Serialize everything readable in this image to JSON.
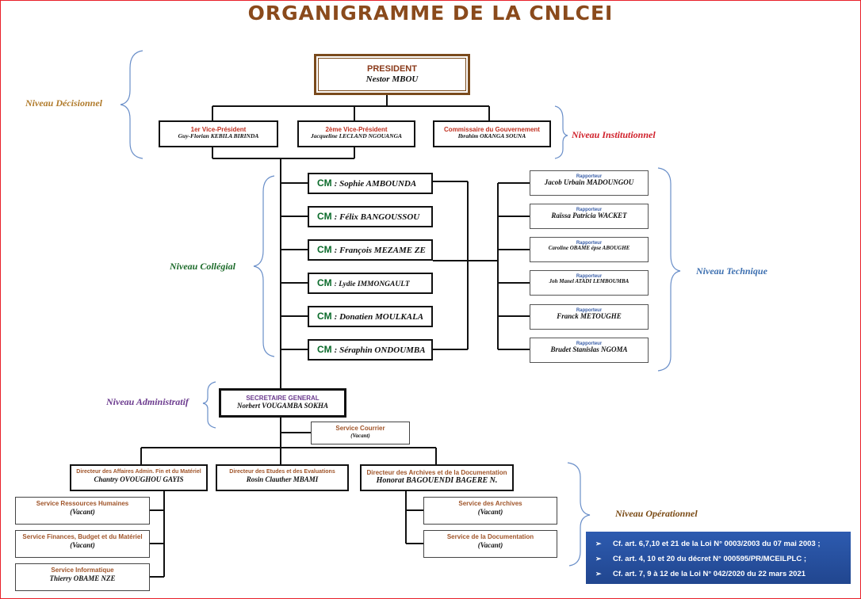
{
  "title": "ORGANIGRAMME DE LA CNLCEI",
  "president": {
    "title": "PRESIDENT",
    "name": "Nestor MBOU"
  },
  "vice": [
    {
      "title": "1er Vice-Président",
      "name": "Guy-Florian KEBILA BIRINDA"
    },
    {
      "title": "2ème Vice-Président",
      "name": "Jacqueline LECLAND NGOUANGA"
    },
    {
      "title": "Commissaire du Gouvernement",
      "name": "Ibrahim OKANGA SOUNA"
    }
  ],
  "cm_label": "CM",
  "cm_sep": ":",
  "members": [
    "Sophie AMBOUNDA",
    "Félix BANGOUSSOU",
    "François MEZAME ZE",
    "Lydie IMMONGAULT",
    "Donatien MOULKALA",
    "Séraphin ONDOUMBA"
  ],
  "rapporteurs": [
    {
      "title": "Rapporteur",
      "name": "Jacob Urbain MADOUNGOU"
    },
    {
      "title": "Rapporteur",
      "name": "Raïssa Patricia WACKET"
    },
    {
      "title": "Rapporteur",
      "name": "Caroline OBAME épse ABOUGHE"
    },
    {
      "title": "Rapporteur",
      "name": "Joh Manel ATADI LEMBOUMBA"
    },
    {
      "title": "Rapporteur",
      "name": "Franck METOUGHE"
    },
    {
      "title": "Rapporteur",
      "name": "Brudet Stanislas NGOMA"
    }
  ],
  "sg": {
    "title": "SECRETAIRE GENERAL",
    "name": "Norbert VOUGAMBA SOKHA"
  },
  "courrier": {
    "title": "Service Courrier",
    "name": "(Vacant)"
  },
  "directors": [
    {
      "title": "Directeur des Affaires Admin. Fin et du Matériel",
      "name": "Chantry OVOUGHOU GAYIS"
    },
    {
      "title": "Directeur des Etudes et des Evaluations",
      "name": "Rosin Clauther MBAMI"
    },
    {
      "title": "Directeur des Archives et de la Documentation",
      "name": "Honorat BAGOUENDI BAGERE N."
    }
  ],
  "services_left": [
    {
      "title": "Service Ressources Humaines",
      "name": "(Vacant)"
    },
    {
      "title": "Service Finances, Budget et du Matériel",
      "name": "(Vacant)"
    },
    {
      "title": "Service Informatique",
      "name": "Thierry OBAME NZE"
    }
  ],
  "services_right": [
    {
      "title": "Service des Archives",
      "name": "(Vacant)"
    },
    {
      "title": "Service de la Documentation",
      "name": "(Vacant)"
    }
  ],
  "levels": {
    "decisionnel": "Niveau Décisionnel",
    "institutionnel": "Niveau Institutionnel",
    "collegial": "Niveau Collégial",
    "technique": "Niveau Technique",
    "administratif": "Niveau Administratif",
    "operationnel": "Niveau Opérationnel"
  },
  "level_colors": {
    "decisionnel": "#b07a2a",
    "institutionnel": "#d0202a",
    "collegial": "#1c6b2a",
    "technique": "#3c6fb0",
    "administratif": "#6b3a8e",
    "operationnel": "#7a4a14"
  },
  "references": [
    "Cf. art. 6,7,10 et 21 de la Loi N° 0003/2003 du 07 mai 2003 ;",
    "Cf. art. 4, 10 et 20 du décret N° 000595/PR/MCEILPLC ;",
    "Cf. art. 7, 9 à 12 de la Loi N° 042/2020 du 22 mars 2021"
  ],
  "brace_icon": "brace-icon",
  "bullet_icon": "arrow-bullet-icon"
}
